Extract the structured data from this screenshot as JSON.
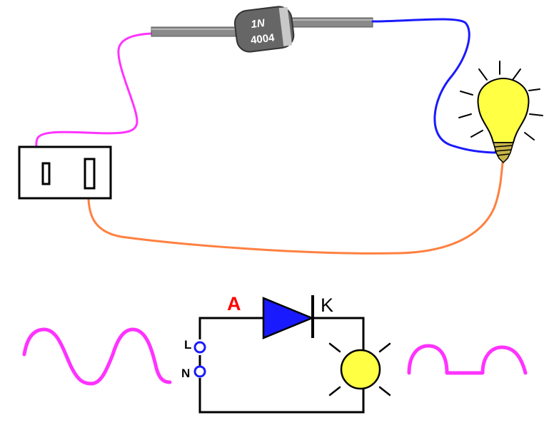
{
  "diode": {
    "line1": "1N",
    "line2": "4004"
  },
  "schematic": {
    "anode_label": "A",
    "cathode_label": "K",
    "terminal_live": "L",
    "terminal_neutral": "N"
  },
  "colors": {
    "wire_magenta": "#ff33ff",
    "wire_blue": "#1a1aff",
    "wire_orange": "#ff8040",
    "diode_body": "#666666",
    "diode_lead": "#8a8a8a",
    "bulb_glass": "#ffff44",
    "bulb_base": "#c8b44a",
    "schematic_diode": "#1a1aff",
    "anode_label_color": "#ff0000",
    "terminal_blue": "#1a1aff",
    "lamp_yellow": "#ffff44",
    "wave_magenta": "#ff33ff"
  }
}
